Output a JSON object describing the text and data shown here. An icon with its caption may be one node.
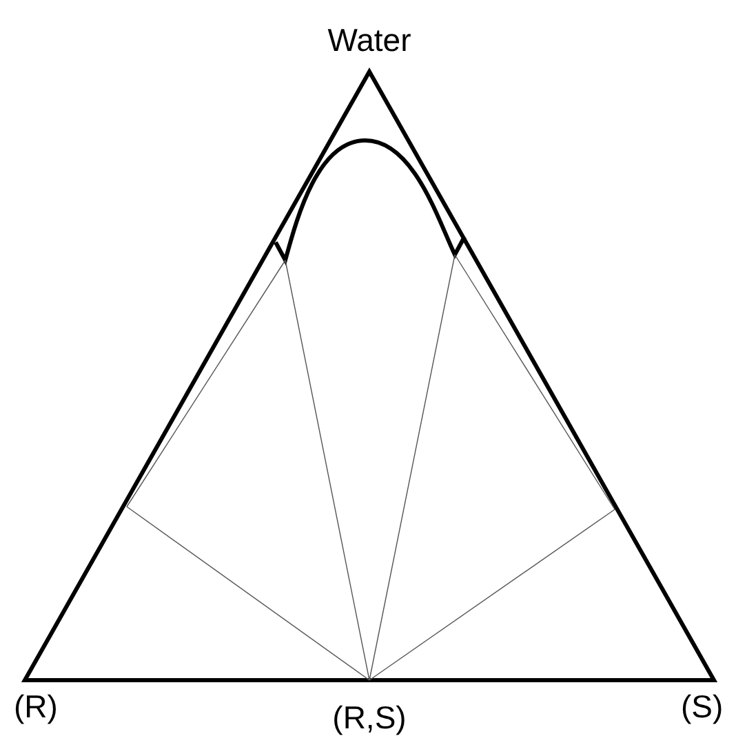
{
  "diagram": {
    "labels": [
      "Water",
      "(R)",
      "(R,S)",
      "(S)"
    ]
  }
}
